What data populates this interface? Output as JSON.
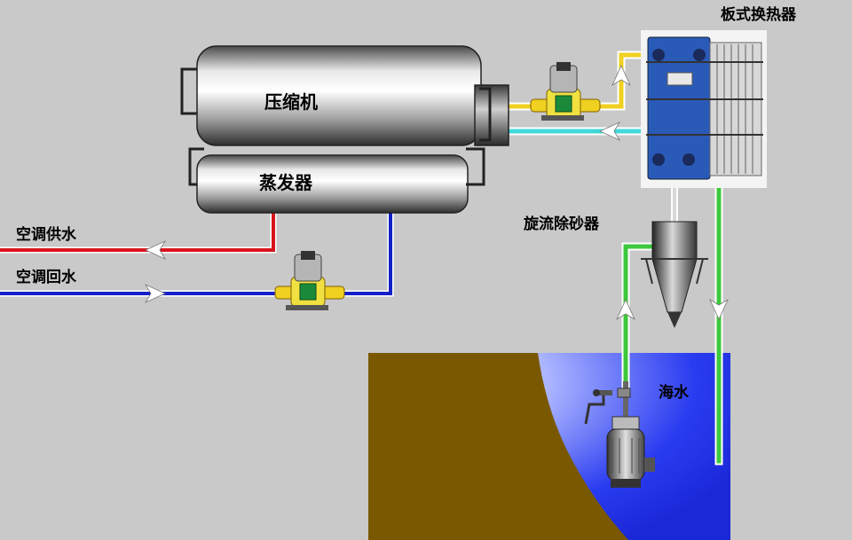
{
  "labels": {
    "compressor": "压缩机",
    "evaporator": "蒸发器",
    "heat_exchanger": "板式换热器",
    "cyclone": "旋流除砂器",
    "seawater": "海水",
    "ac_supply": "空调供水",
    "ac_return": "空调回水"
  },
  "colors": {
    "background": "#c9c9c9",
    "ac_supply_pipe": "#d8141b",
    "ac_return_pipe": "#1420c8",
    "condenser_out_pipe": "#f0d020",
    "condenser_in_pipe": "#40d8d8",
    "seawater_pipe": "#3cc83c",
    "seawater": "#2a3cf0",
    "ground": "#7a5800",
    "heat_exchanger": "#2a5ab8"
  }
}
